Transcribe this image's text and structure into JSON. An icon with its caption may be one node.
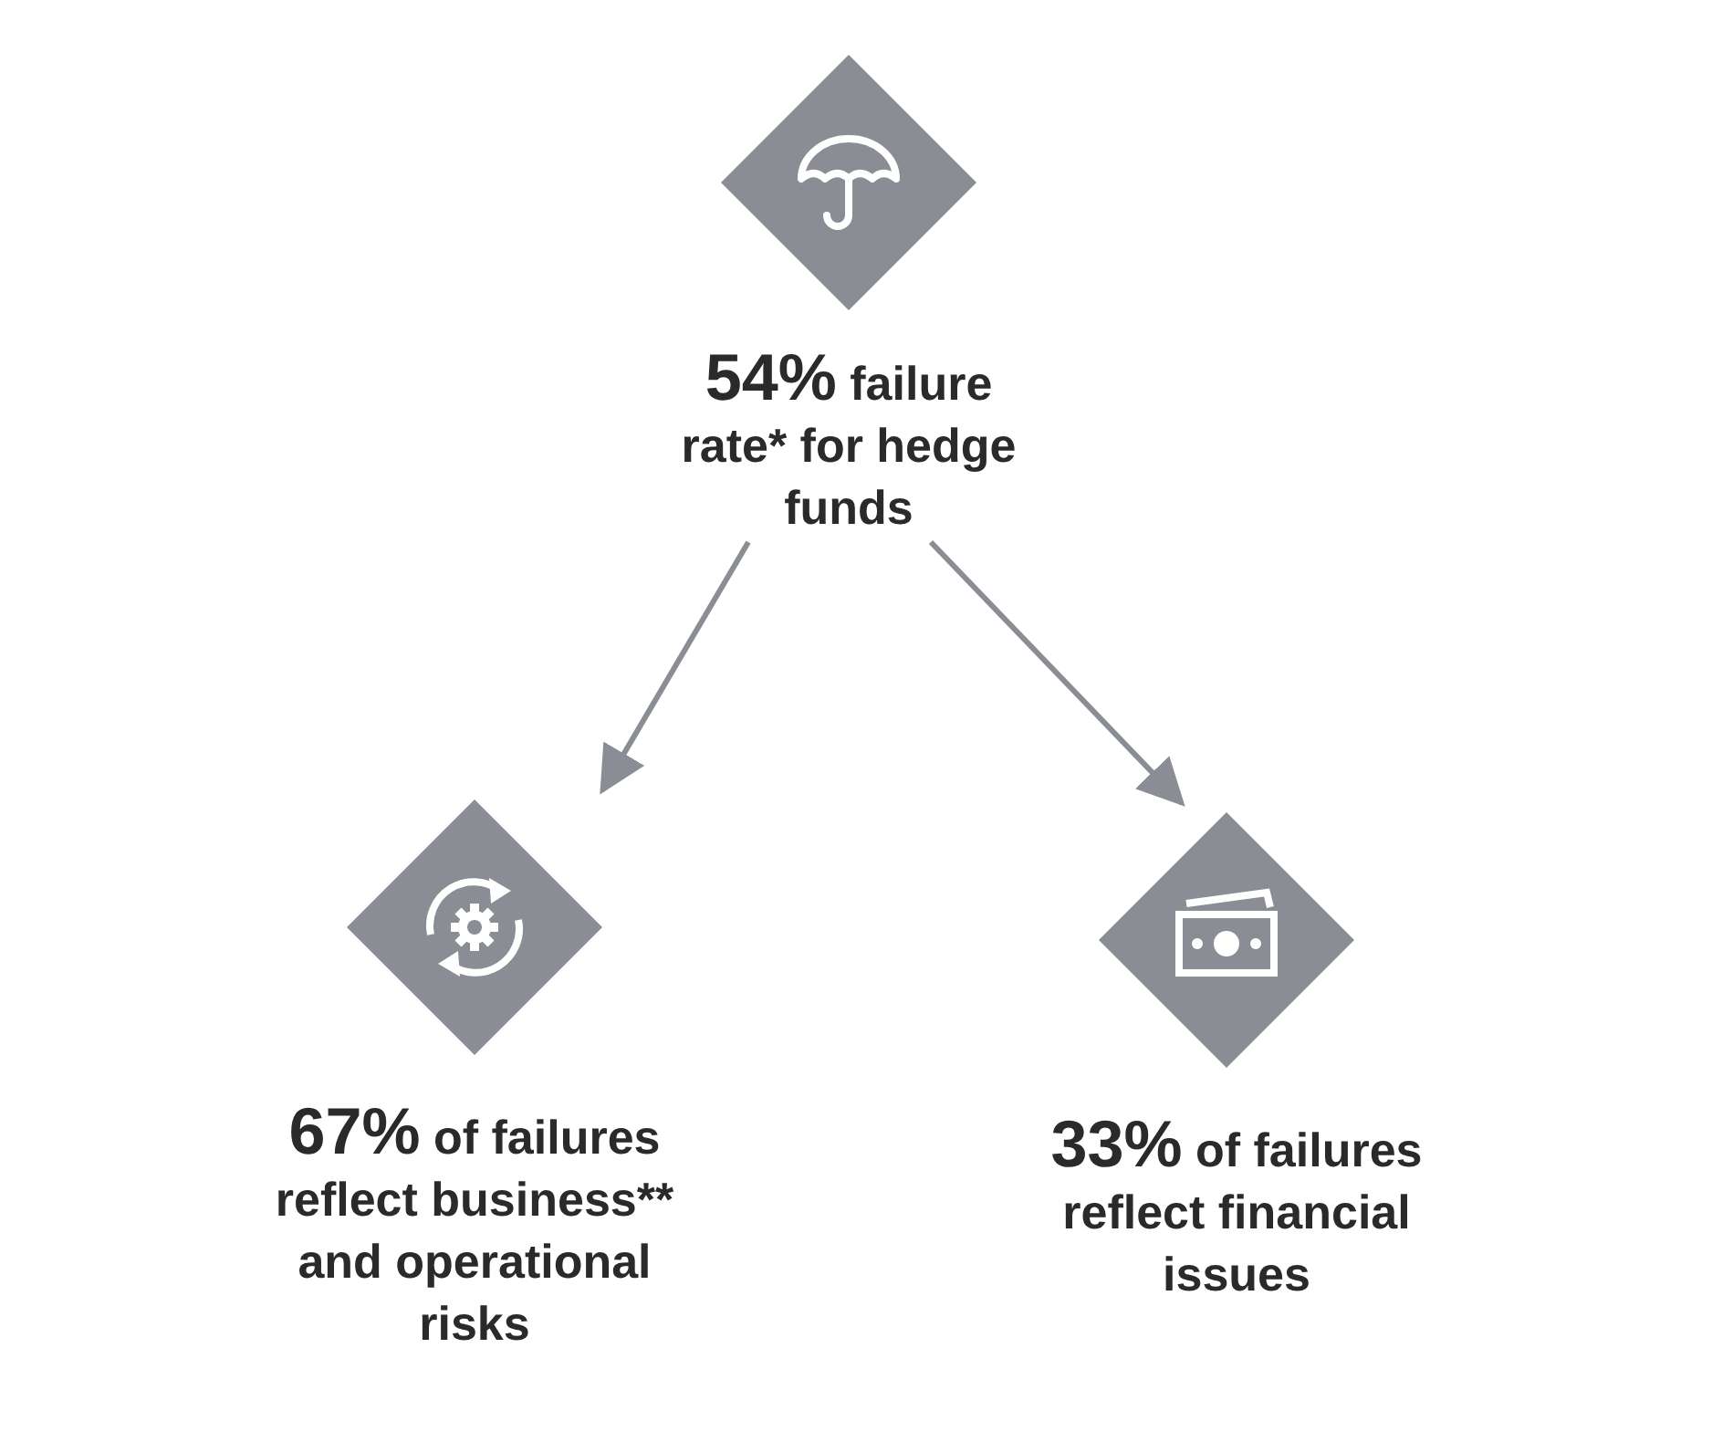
{
  "diagram": {
    "nodes": [
      {
        "text": [
          "54% failure rate* for hedge funds"
        ]
      },
      {
        "text": [
          "67% of failures reflect business** and operational risks"
        ]
      },
      {
        "text": [
          "33% of failures reflect financial issues"
        ]
      }
    ],
    "edges": [
      {
        "from": 0,
        "to": 1,
        "arrow": "to"
      },
      {
        "from": 0,
        "to": 2,
        "arrow": "to"
      }
    ]
  }
}
